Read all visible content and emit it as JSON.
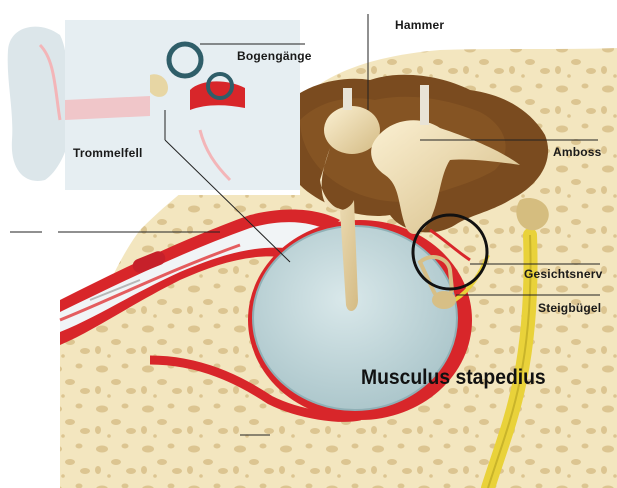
{
  "labels": {
    "hammer": "Hammer",
    "bogengaenge": "Bogengänge",
    "amboss": "Amboss",
    "trommelfell": "Trommelfell",
    "gesichtsnerv": "Gesichtsnerv",
    "steigbuegel": "Steigbügel",
    "musculus": "Musculus stapedius"
  },
  "colors": {
    "bone": "#f3e6bf",
    "bone_dark": "#d9c48d",
    "cavity": "#7a4b1f",
    "eardrum": "#bcd3d8",
    "canal_red": "#d8262a",
    "nerve": "#e9d23a",
    "ossicle": "#ead7a6",
    "inset_bg": "#e6eef2"
  }
}
